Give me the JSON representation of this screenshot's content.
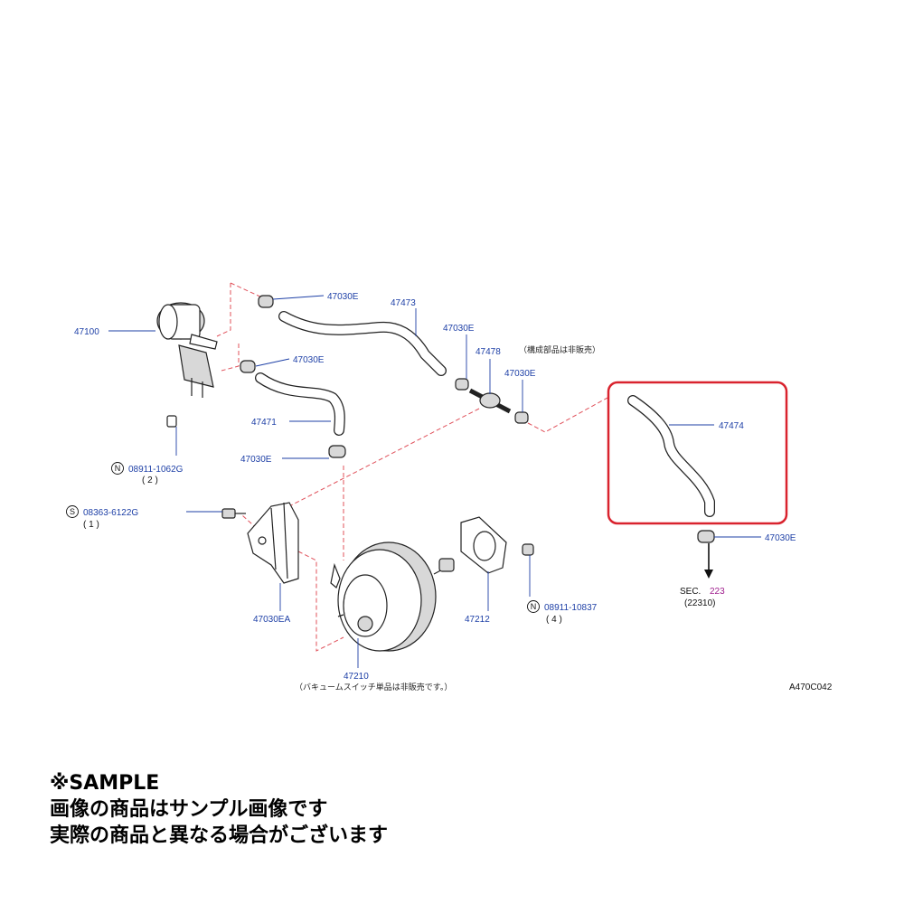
{
  "diagram": {
    "parts": {
      "p47100": "47100",
      "p47030E_1": "47030E",
      "p47473": "47473",
      "p47030E_2": "47030E",
      "p47030E_3": "47030E",
      "p47478": "47478",
      "p47030E_4": "47030E",
      "p47471": "47471",
      "p47030E_5": "47030E",
      "p47474": "47474",
      "p47030E_6": "47030E",
      "p47030EA": "47030EA",
      "p47212": "47212",
      "p47210": "47210"
    },
    "fasteners": {
      "n1_letter": "N",
      "n1_code": "08911-1062G",
      "n1_qty": "( 2 )",
      "s1_letter": "S",
      "s1_code": "08363-6122G",
      "s1_qty": "( 1 )",
      "n2_letter": "N",
      "n2_code": "08911-10837",
      "n2_qty": "( 4 )"
    },
    "notes": {
      "not_sold_kit": "（構成部品は非販売）",
      "vacuum_switch": "（バキュームスイッチ単品は非販売です。）"
    },
    "section": {
      "label": "SEC.",
      "number": "223",
      "sub": "(22310)"
    },
    "figure_code": "A470C042",
    "highlight_color": "#d9232e"
  },
  "caption": {
    "line1": "※SAMPLE",
    "line2": "画像の商品はサンプル画像です",
    "line3": "実際の商品と異なる場合がございます"
  }
}
